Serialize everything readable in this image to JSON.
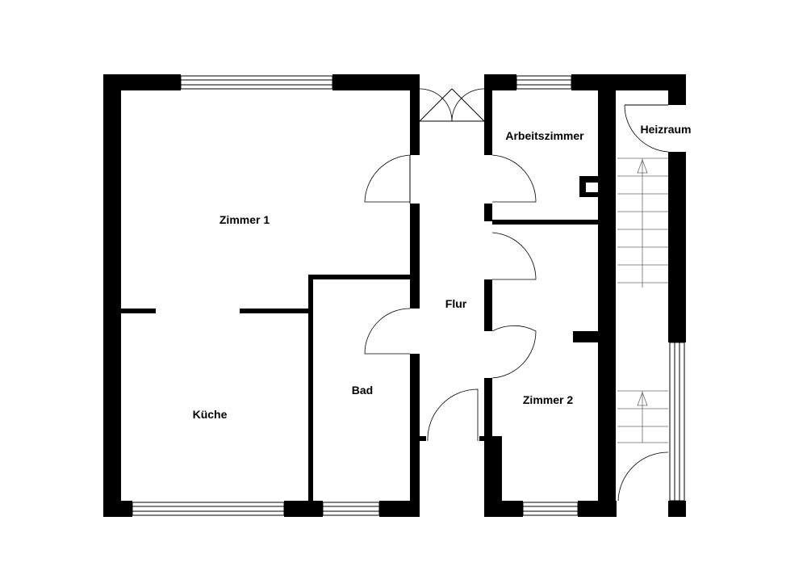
{
  "plan": {
    "rooms": {
      "zimmer1": "Zimmer 1",
      "kueche": "Küche",
      "bad": "Bad",
      "flur": "Flur",
      "arbeitszimmer": "Arbeitszimmer",
      "zimmer2": "Zimmer 2",
      "heizraum": "Heizraum"
    }
  }
}
